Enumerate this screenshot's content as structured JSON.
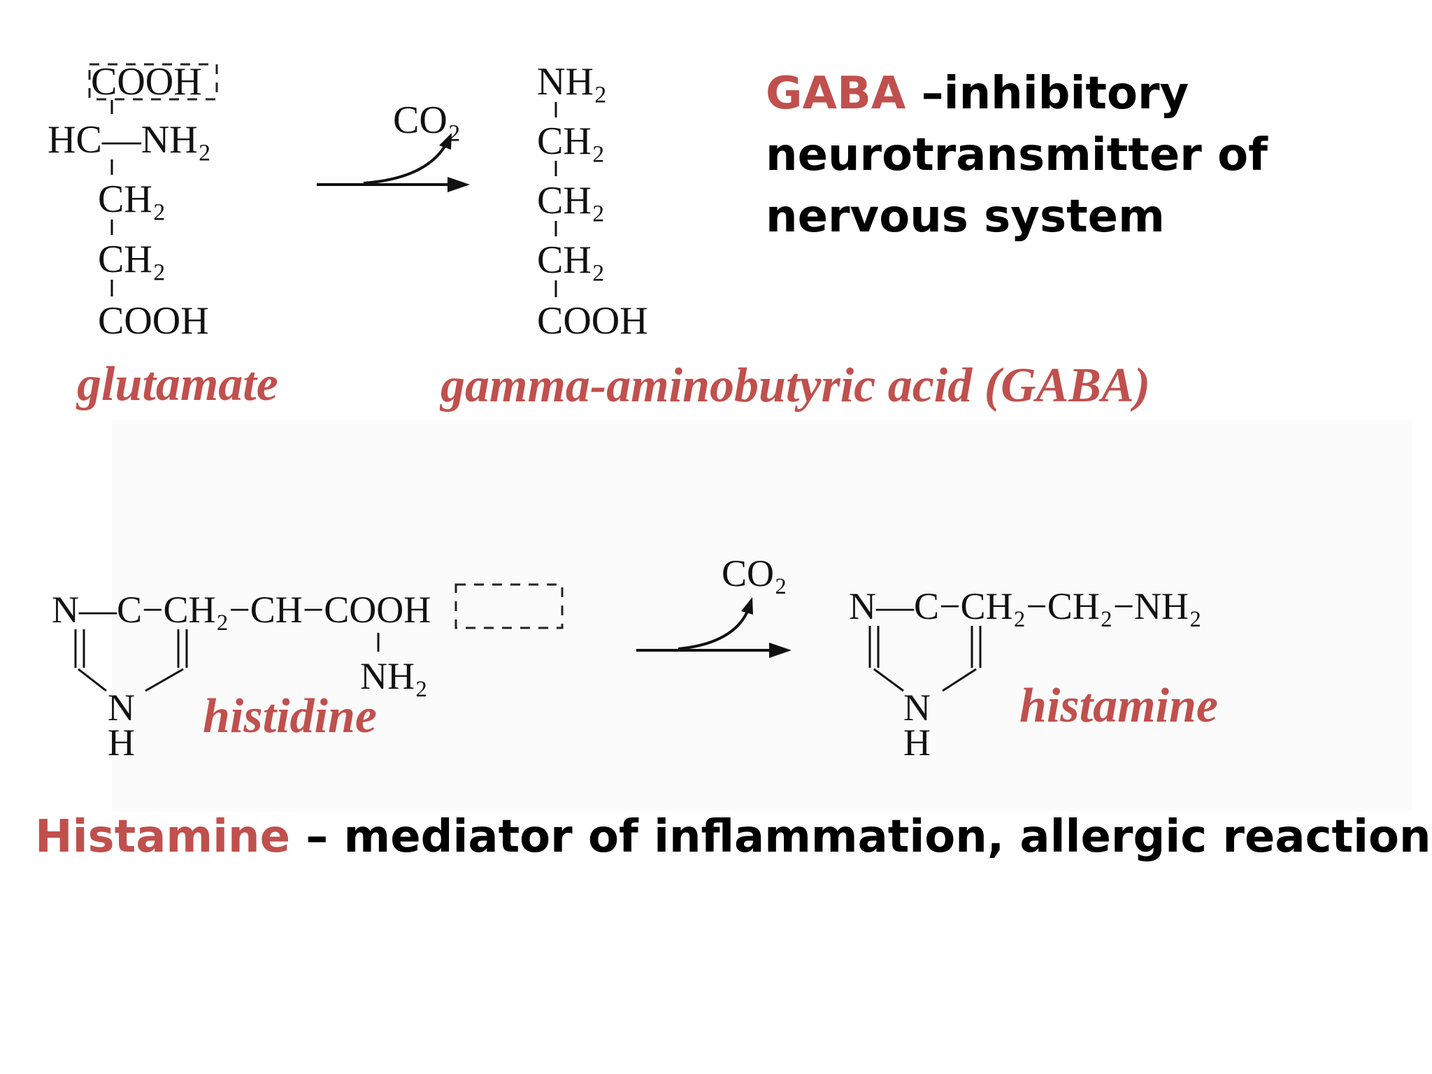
{
  "colors": {
    "accent": "#c0504d",
    "text": "#000000"
  },
  "gaba_reaction": {
    "substrate_label": "glutamate",
    "product_label": "gamma-aminobutyric acid (GABA)",
    "byproduct": "CO₂",
    "substrate_lines": [
      "COOH",
      "HC—NH₂",
      "CH₂",
      "CH₂",
      "COOH"
    ],
    "product_lines": [
      "NH₂",
      "CH₂",
      "CH₂",
      "CH₂",
      "COOH"
    ]
  },
  "gaba_note": {
    "highlight": "GABA",
    "text_line1": " –inhibitory",
    "text_line2": "neurotransmitter of",
    "text_line3": "nervous system"
  },
  "histamine_reaction": {
    "substrate_label": "histidine",
    "product_label": "histamine",
    "byproduct": "CO₂",
    "substrate_chain": "N—C−CH₂−CH−COOH",
    "substrate_amine": "NH₂",
    "product_chain": "N—C−CH₂−CH₂−NH₂",
    "ring_n": "N",
    "ring_h": "H"
  },
  "histamine_note": {
    "highlight": "Histamine",
    "text": " – mediator of inflammation, allergic reaction."
  }
}
